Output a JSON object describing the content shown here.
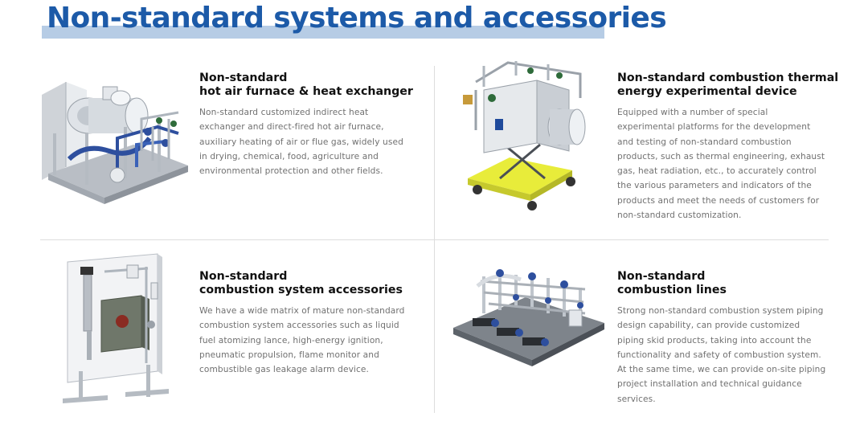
{
  "page": {
    "title": "Non-standard systems and accessories"
  },
  "colors": {
    "title": "#1c5aa8",
    "title_underline": "#b6cce5",
    "divider": "#dddddd",
    "body_text": "#707070"
  },
  "cards": [
    {
      "heading_line1": "Non-standard",
      "heading_line2": "hot air furnace & heat exchanger",
      "description": "Non-standard customized indirect heat exchanger and direct-fired hot air furnace, auxiliary heating of air or flue gas, widely used in drying, chemical, food, agriculture and environmental protection and other fields."
    },
    {
      "heading_line1": "Non-standard combustion thermal",
      "heading_line2": "energy experimental device",
      "description": "Equipped with a number of special experimental platforms for the development and testing of non-standard combustion products, such as thermal engineering, exhaust gas, heat radiation, etc., to accurately control the various parameters and indicators of the products and meet the needs of customers for non-standard customization."
    },
    {
      "heading_line1": "Non-standard",
      "heading_line2": "combustion system accessories",
      "description": "We have a wide matrix of mature non-standard combustion system accessories such as liquid fuel atomizing lance, high-energy ignition, pneumatic propulsion, flame monitor and combustible gas leakage alarm device."
    },
    {
      "heading_line1": "Non-standard",
      "heading_line2": "combustion lines",
      "description": "Strong non-standard combustion system piping design capability, can provide customized piping skid products, taking into account the functionality and safety of combustion system. At the same time, we can provide on-site piping project installation and technical guidance services."
    }
  ]
}
